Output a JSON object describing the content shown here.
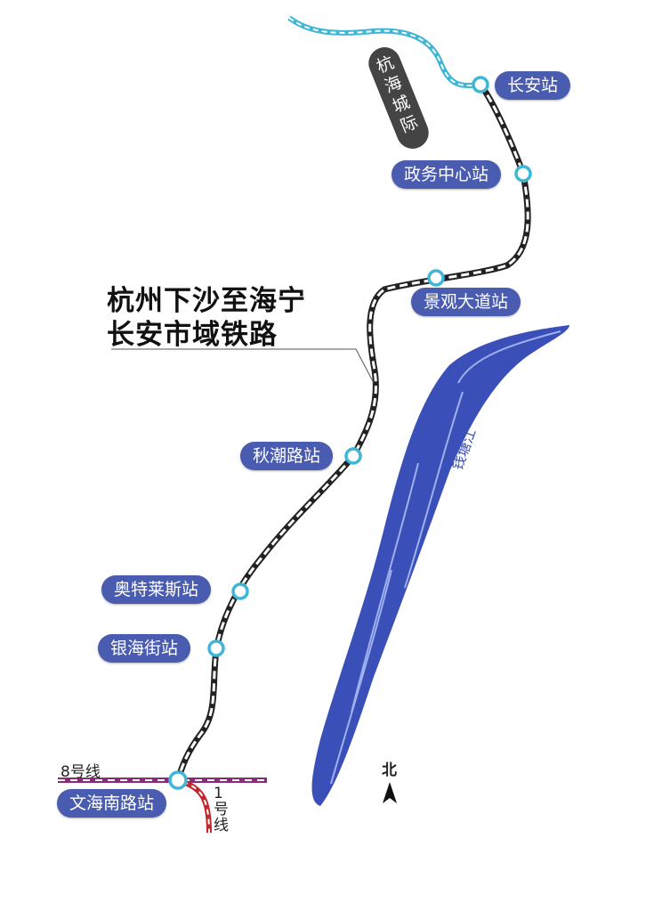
{
  "title": {
    "line1": "杭州下沙至海宁",
    "line2": "长安市域铁路"
  },
  "intercity_label": "杭海城际",
  "stations": [
    {
      "name": "长安站"
    },
    {
      "name": "政务中心站"
    },
    {
      "name": "景观大道站"
    },
    {
      "name": "秋潮路站"
    },
    {
      "name": "奥特莱斯站"
    },
    {
      "name": "银海街站"
    },
    {
      "name": "文海南路站"
    }
  ],
  "lines": {
    "line8": "8号线",
    "line1_a": "1",
    "line1_b": "号",
    "line1_c": "线"
  },
  "river": "钱塘江",
  "north": "北",
  "colors": {
    "station_pill": "#4a5cb0",
    "river": "#3b4fb8",
    "intercity": "#3fb6d6",
    "line8": "#8a2a7a",
    "line1": "#c0282e"
  }
}
